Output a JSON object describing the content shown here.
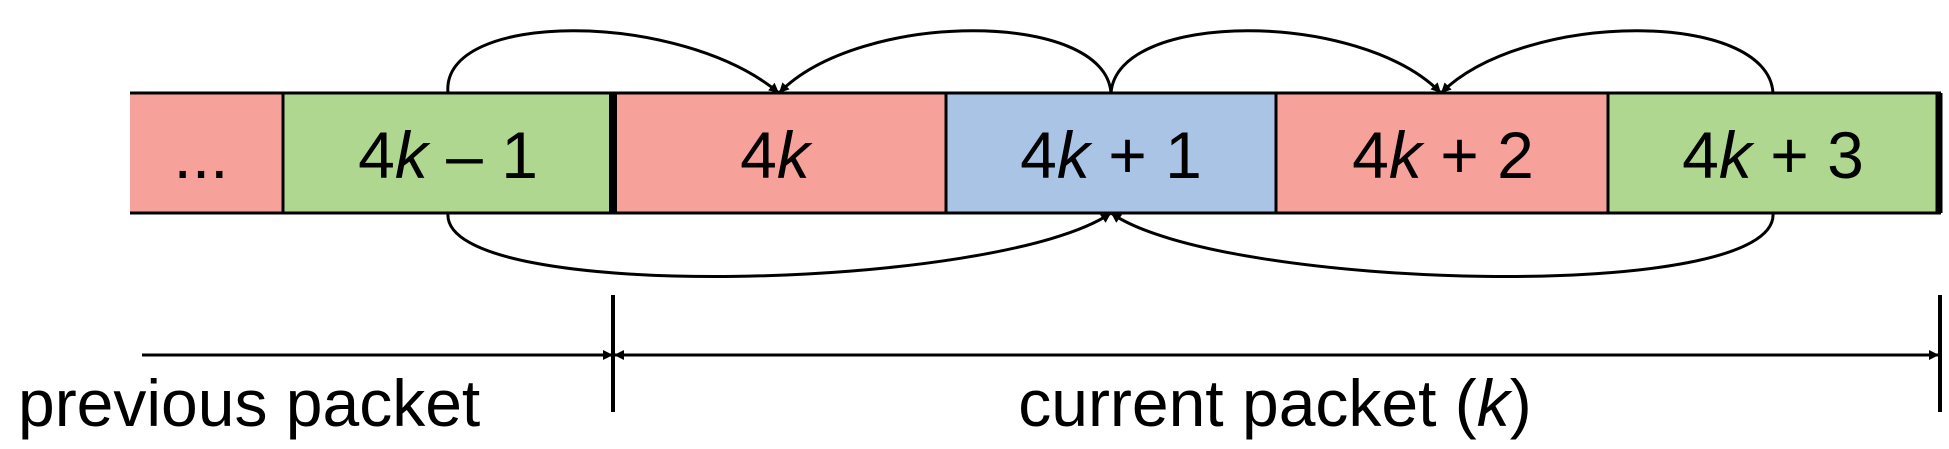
{
  "colors": {
    "red": "#f6a19a",
    "green": "#b0d78f",
    "blue": "#aac4e6",
    "line": "#000000"
  },
  "cells": [
    {
      "pre": "...",
      "it": "",
      "post": "",
      "color": "red"
    },
    {
      "pre": "4",
      "it": "k",
      "post": " – 1",
      "color": "green"
    },
    {
      "pre": "4",
      "it": "k",
      "post": "",
      "color": "red"
    },
    {
      "pre": "4",
      "it": "k",
      "post": " + 1",
      "color": "blue"
    },
    {
      "pre": "4",
      "it": "k",
      "post": " + 2",
      "color": "red"
    },
    {
      "pre": "4",
      "it": "k",
      "post": " + 3",
      "color": "green"
    }
  ],
  "labels": {
    "previous_packet": "previous packet",
    "current_packet_pre": "current packet (",
    "current_packet_it": "k",
    "current_packet_post": ")"
  }
}
